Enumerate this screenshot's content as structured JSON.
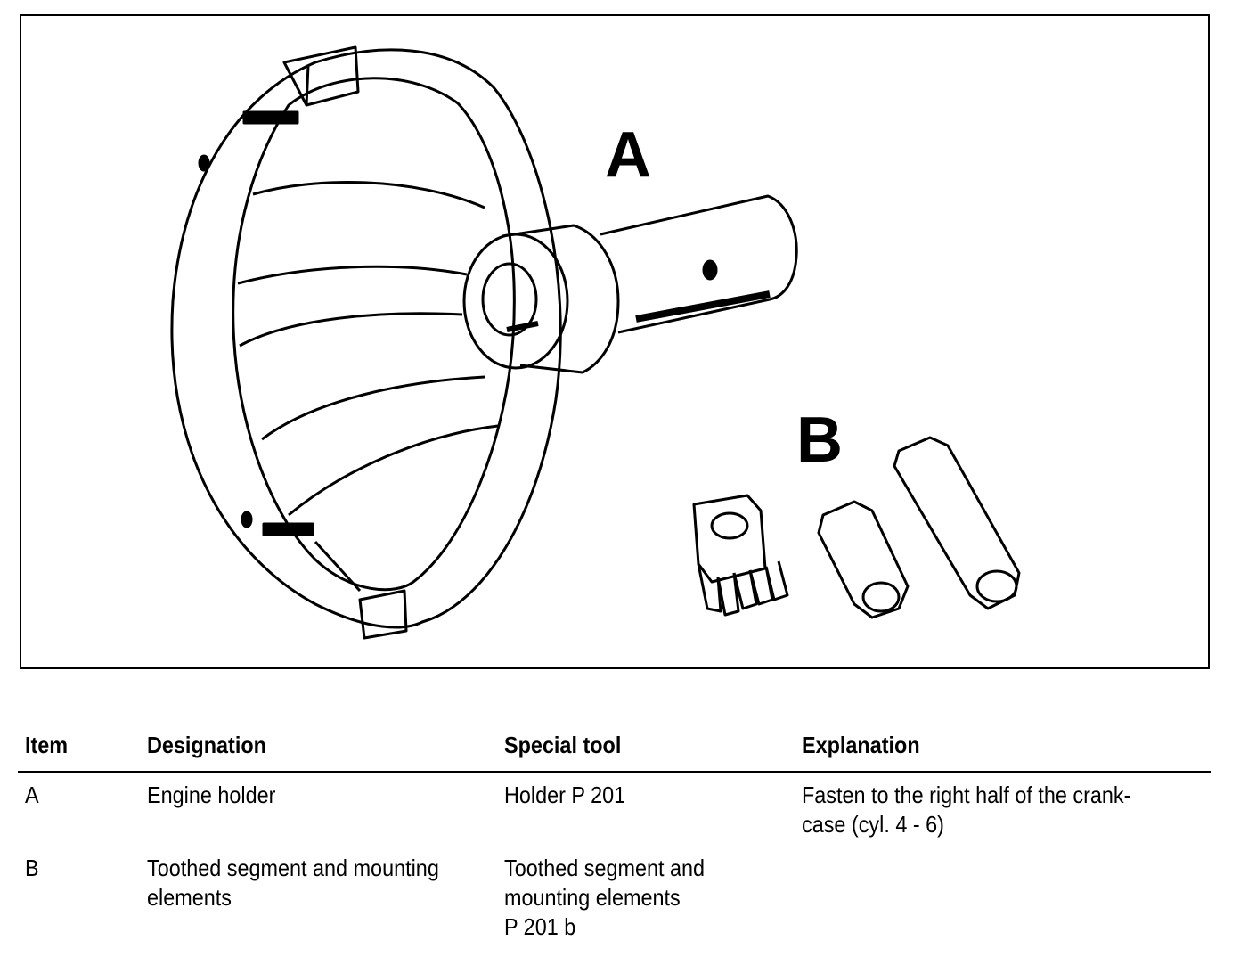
{
  "figure": {
    "label_a": "A",
    "label_b": "B"
  },
  "table": {
    "headers": {
      "item": "Item",
      "designation": "Designation",
      "special_tool": "Special tool",
      "explanation": "Explanation"
    },
    "rows": [
      {
        "item": "A",
        "designation": "Engine holder",
        "special_tool": "Holder P 201",
        "explanation": "Fasten to the right half of the crank-\ncase (cyl. 4 - 6)"
      },
      {
        "item": "B",
        "designation": "Toothed segment and mounting\nelements",
        "special_tool": "Toothed segment and\nmounting elements\nP 201 b",
        "explanation": ""
      }
    ]
  }
}
